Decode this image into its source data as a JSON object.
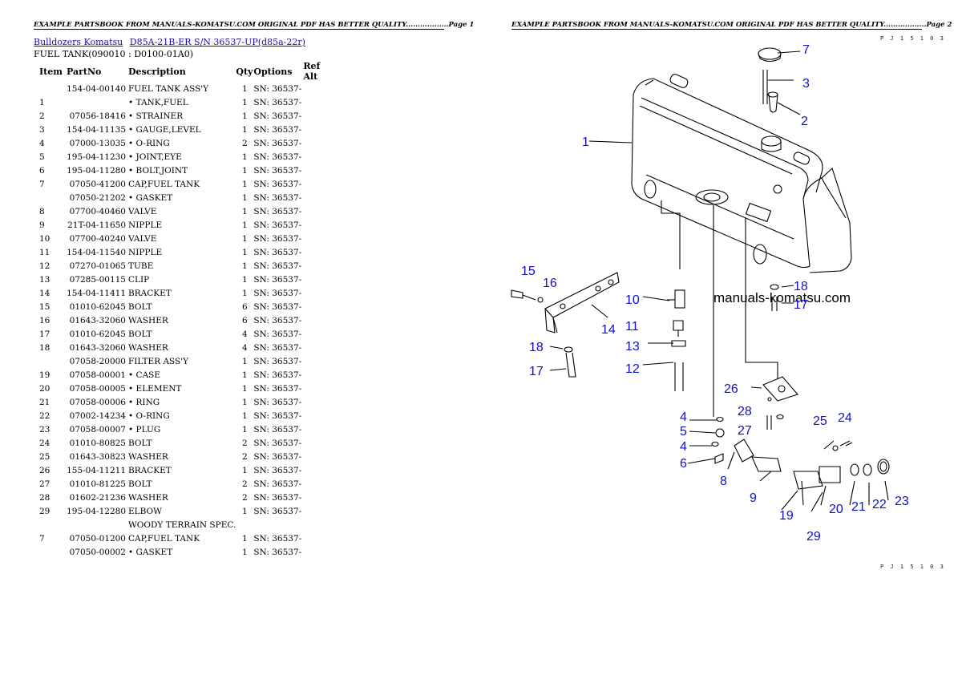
{
  "header": {
    "page1": "EXAMPLE PARTSBOOK FROM MANUALS-KOMATSU.COM ORIGINAL PDF HAS BETTER QUALITY..................Page 1",
    "page2": "EXAMPLE PARTSBOOK FROM MANUALS-KOMATSU.COM ORIGINAL PDF HAS BETTER QUALITY..................Page 2"
  },
  "breadcrumb": {
    "link1": "Bulldozers Komatsu",
    "link2": "D85A-21B-ER S/N 36537-UP(d85a-22r)"
  },
  "section_title": "FUEL TANK(090010 : D0100-01A0)",
  "columns": {
    "item": "Item",
    "partno": "PartNo",
    "description": "Description",
    "qty": "Qty",
    "options": "Options",
    "refalt": "Ref Alt"
  },
  "rows": [
    {
      "item": "",
      "partno": "154-04-00140",
      "desc": "FUEL TANK ASS'Y",
      "qty": "1",
      "opt": "SN: 36537-"
    },
    {
      "item": "1",
      "partno": "\u0001",
      "desc": "• TANK,FUEL",
      "qty": "1",
      "opt": "SN: 36537-"
    },
    {
      "item": "2",
      "partno": "07056-18416",
      "desc": "• STRAINER",
      "qty": "1",
      "opt": "SN: 36537-"
    },
    {
      "item": "3",
      "partno": "154-04-11135",
      "desc": "• GAUGE,LEVEL",
      "qty": "1",
      "opt": "SN: 36537-"
    },
    {
      "item": "4",
      "partno": "07000-13035",
      "desc": "• O-RING",
      "qty": "2",
      "opt": "SN: 36537-"
    },
    {
      "item": "5",
      "partno": "195-04-11230",
      "desc": "• JOINT,EYE",
      "qty": "1",
      "opt": "SN: 36537-"
    },
    {
      "item": "6",
      "partno": "195-04-11280",
      "desc": "• BOLT,JOINT",
      "qty": "1",
      "opt": "SN: 36537-"
    },
    {
      "item": "7",
      "partno": "07050-41200",
      "desc": "CAP,FUEL TANK",
      "qty": "1",
      "opt": "SN: 36537-"
    },
    {
      "item": "",
      "partno": "07050-21202",
      "desc": "• GASKET",
      "qty": "1",
      "opt": "SN: 36537-"
    },
    {
      "item": "8",
      "partno": "07700-40460",
      "desc": "VALVE",
      "qty": "1",
      "opt": "SN: 36537-"
    },
    {
      "item": "9",
      "partno": "21T-04-11650",
      "desc": "NIPPLE",
      "qty": "1",
      "opt": "SN: 36537-"
    },
    {
      "item": "10",
      "partno": "07700-40240",
      "desc": "VALVE",
      "qty": "1",
      "opt": "SN: 36537-"
    },
    {
      "item": "11",
      "partno": "154-04-11540",
      "desc": "NIPPLE",
      "qty": "1",
      "opt": "SN: 36537-"
    },
    {
      "item": "12",
      "partno": "07270-01065",
      "desc": "TUBE",
      "qty": "1",
      "opt": "SN: 36537-"
    },
    {
      "item": "13",
      "partno": "07285-00115",
      "desc": "CLIP",
      "qty": "1",
      "opt": "SN: 36537-"
    },
    {
      "item": "14",
      "partno": "154-04-11411",
      "desc": "BRACKET",
      "qty": "1",
      "opt": "SN: 36537-"
    },
    {
      "item": "15",
      "partno": "01010-62045",
      "desc": "BOLT",
      "qty": "6",
      "opt": "SN: 36537-"
    },
    {
      "item": "16",
      "partno": "01643-32060",
      "desc": "WASHER",
      "qty": "6",
      "opt": "SN: 36537-"
    },
    {
      "item": "17",
      "partno": "01010-62045",
      "desc": "BOLT",
      "qty": "4",
      "opt": "SN: 36537-"
    },
    {
      "item": "18",
      "partno": "01643-32060",
      "desc": "WASHER",
      "qty": "4",
      "opt": "SN: 36537-"
    },
    {
      "item": "",
      "partno": "07058-20000",
      "desc": "FILTER ASS'Y",
      "qty": "1",
      "opt": "SN: 36537-"
    },
    {
      "item": "19",
      "partno": "07058-00001",
      "desc": "• CASE",
      "qty": "1",
      "opt": "SN: 36537-"
    },
    {
      "item": "20",
      "partno": "07058-00005",
      "desc": "• ELEMENT",
      "qty": "1",
      "opt": "SN: 36537-"
    },
    {
      "item": "21",
      "partno": "07058-00006",
      "desc": "• RING",
      "qty": "1",
      "opt": "SN: 36537-"
    },
    {
      "item": "22",
      "partno": "07002-14234",
      "desc": "• O-RING",
      "qty": "1",
      "opt": "SN: 36537-"
    },
    {
      "item": "23",
      "partno": "07058-00007",
      "desc": "• PLUG",
      "qty": "1",
      "opt": "SN: 36537-"
    },
    {
      "item": "24",
      "partno": "01010-80825",
      "desc": "BOLT",
      "qty": "2",
      "opt": "SN: 36537-"
    },
    {
      "item": "25",
      "partno": "01643-30823",
      "desc": "WASHER",
      "qty": "2",
      "opt": "SN: 36537-"
    },
    {
      "item": "26",
      "partno": "155-04-11211",
      "desc": "BRACKET",
      "qty": "1",
      "opt": "SN: 36537-"
    },
    {
      "item": "27",
      "partno": "01010-81225",
      "desc": "BOLT",
      "qty": "2",
      "opt": "SN: 36537-"
    },
    {
      "item": "28",
      "partno": "01602-21236",
      "desc": "WASHER",
      "qty": "2",
      "opt": "SN: 36537-"
    },
    {
      "item": "29",
      "partno": "195-04-12280",
      "desc": "ELBOW",
      "qty": "1",
      "opt": "SN: 36537-"
    },
    {
      "item": "",
      "partno": "",
      "desc": "WOODY TERRAIN SPEC.",
      "qty": "",
      "opt": ""
    },
    {
      "item": "7",
      "partno": "07050-01200",
      "desc": "CAP,FUEL TANK",
      "qty": "1",
      "opt": "SN: 36537-"
    },
    {
      "item": "",
      "partno": "07050-00002",
      "desc": "• GASKET",
      "qty": "1",
      "opt": "SN: 36537-"
    }
  ],
  "diagram": {
    "watermark": "manuals-komatsu.com",
    "page_code_top": "P J 1 5 1 0 3",
    "page_code_bottom": "P J 1 5 1 0 3",
    "callouts": [
      "1",
      "2",
      "3",
      "4",
      "5",
      "4",
      "6",
      "7",
      "8",
      "9",
      "10",
      "11",
      "12",
      "13",
      "14",
      "15",
      "16",
      "17",
      "18",
      "17",
      "18",
      "19",
      "20",
      "21",
      "22",
      "23",
      "24",
      "25",
      "26",
      "27",
      "28",
      "29"
    ],
    "label_color": "#1010c8"
  }
}
